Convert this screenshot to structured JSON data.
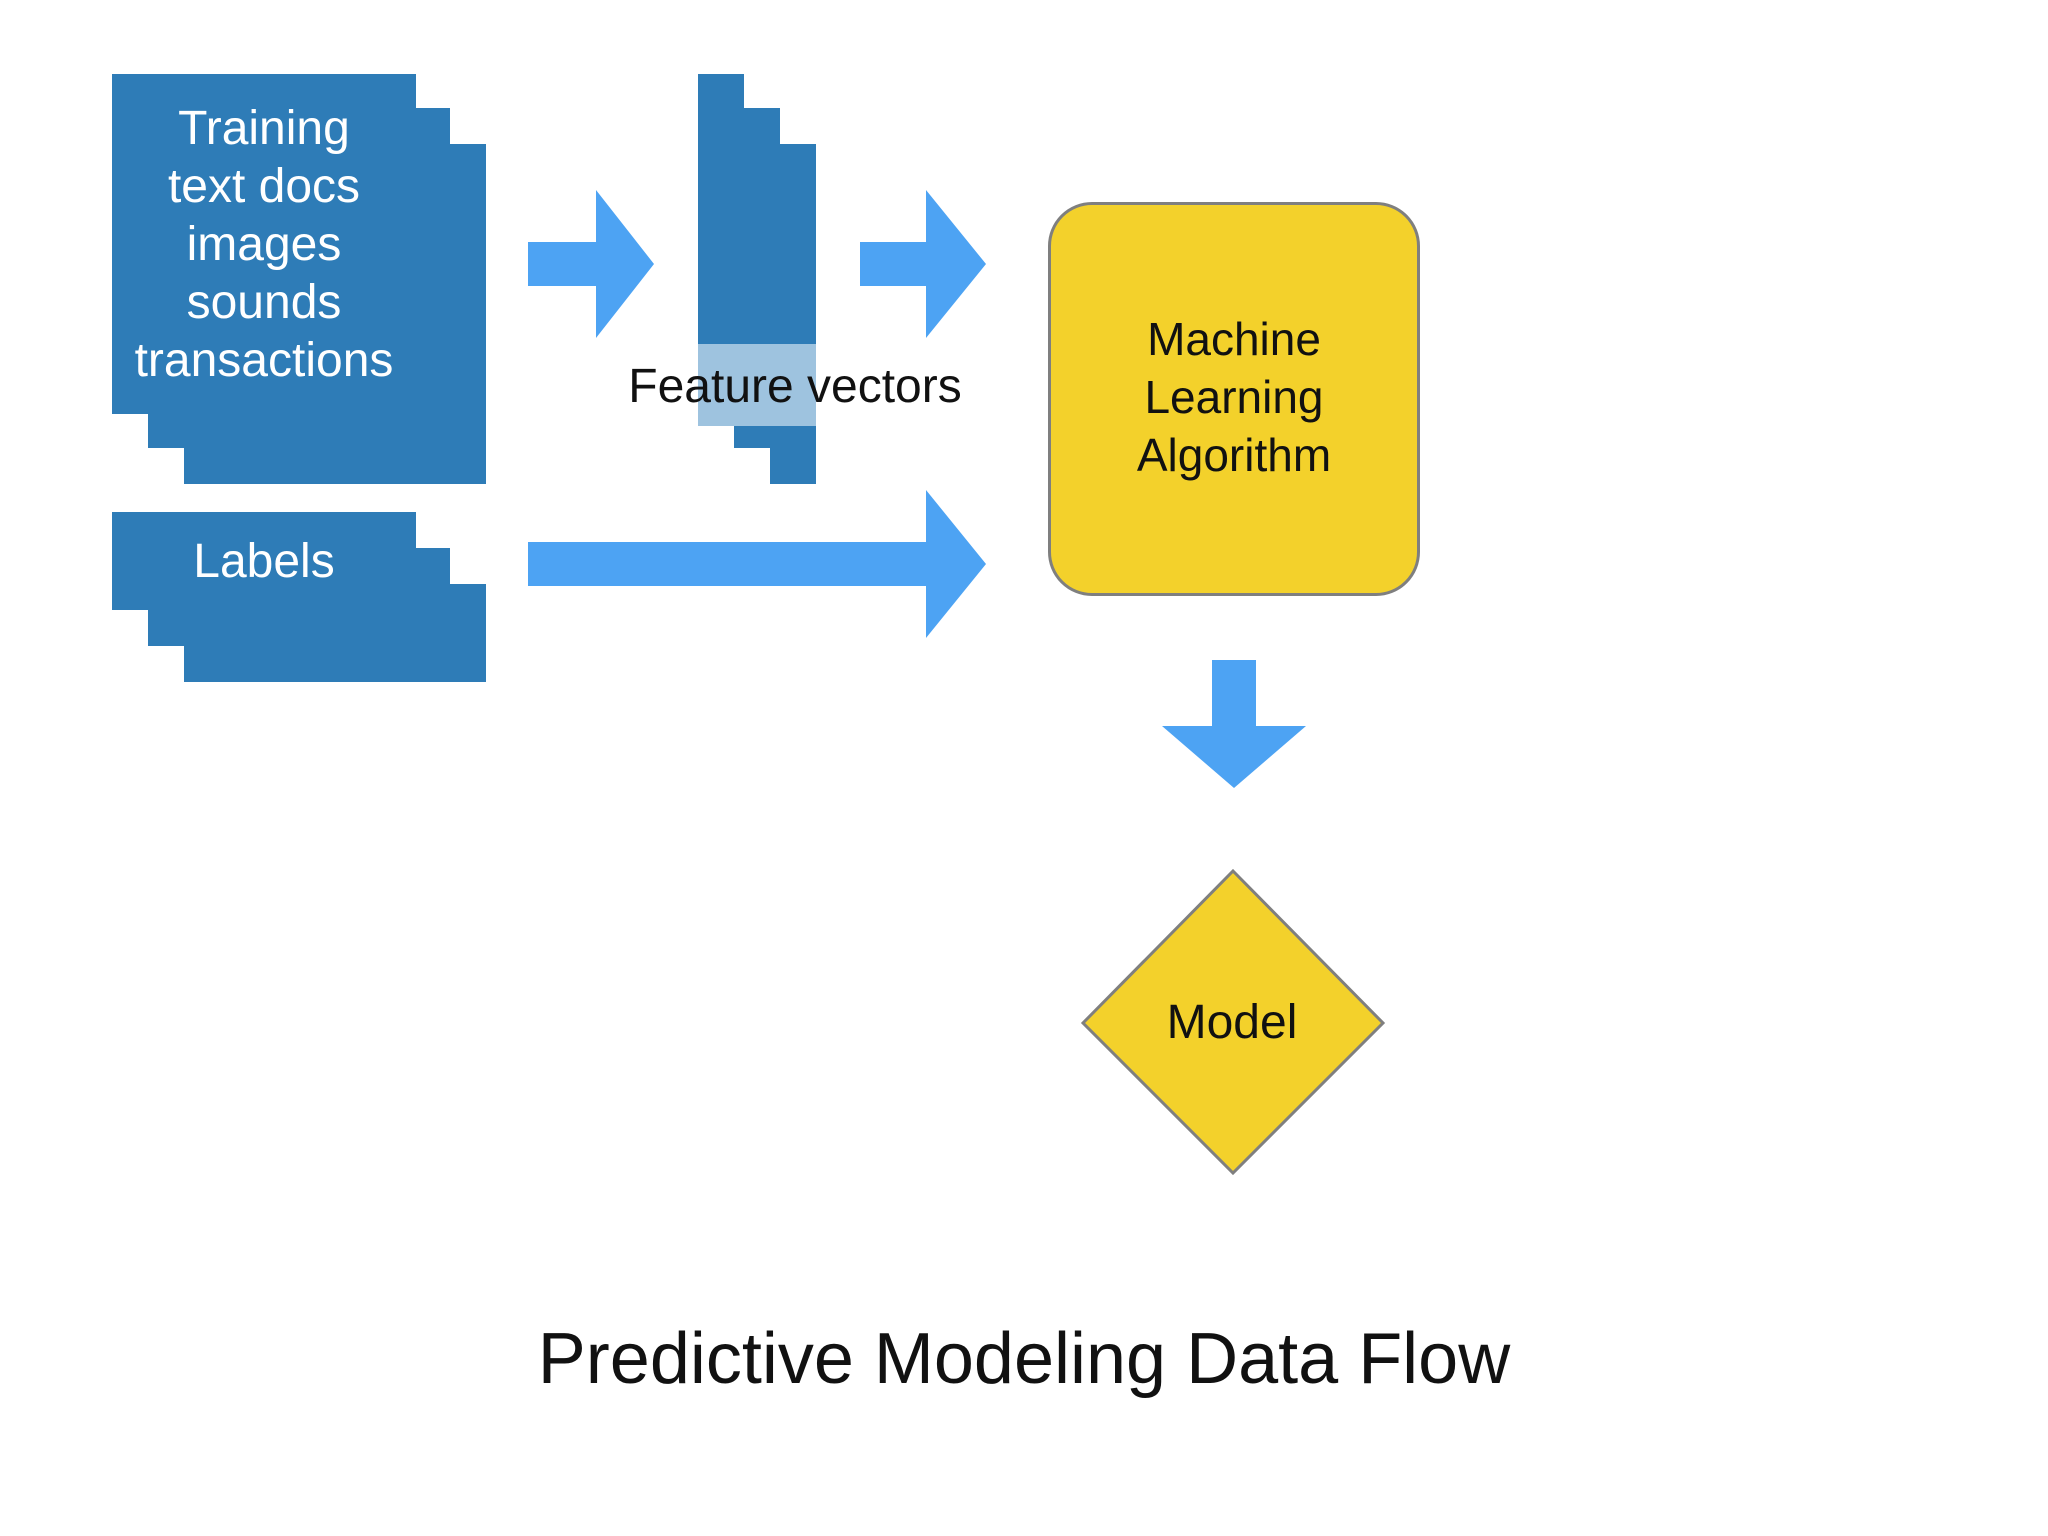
{
  "diagram": {
    "training_docs": {
      "lines": [
        "Training",
        "text docs",
        "images",
        "sounds",
        "transactions"
      ],
      "color": "#2e7cb7"
    },
    "labels_docs": {
      "text": "Labels",
      "color": "#2e7cb7"
    },
    "feature_vectors": {
      "label": "Feature vectors",
      "color": "#2e7cb7"
    },
    "algorithm": {
      "lines": [
        "Machine",
        "Learning",
        "Algorithm"
      ],
      "color": "#f3d12b"
    },
    "model": {
      "text": "Model",
      "color": "#f3d12b"
    },
    "arrow_color": "#4da3f3",
    "title": "Predictive Modeling Data Flow"
  }
}
